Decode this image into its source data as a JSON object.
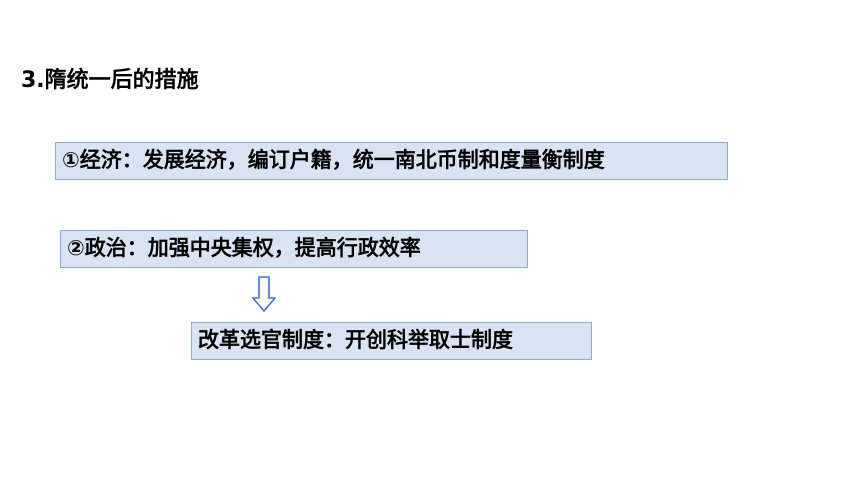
{
  "heading": "3.隋统一后的措施",
  "measures": {
    "economy": "①经济：发展经济，编订户籍，统一南北币制和度量衡制度",
    "politics": "②政治：加强中央集权，提高行政效率",
    "reform": "改革选官制度：开创科举取士制度"
  },
  "colors": {
    "box_fill": "#dae3f3",
    "box_border": "#8faadc",
    "arrow": "#4472c4"
  },
  "icons": {
    "arrow": "arrow-down-icon"
  }
}
